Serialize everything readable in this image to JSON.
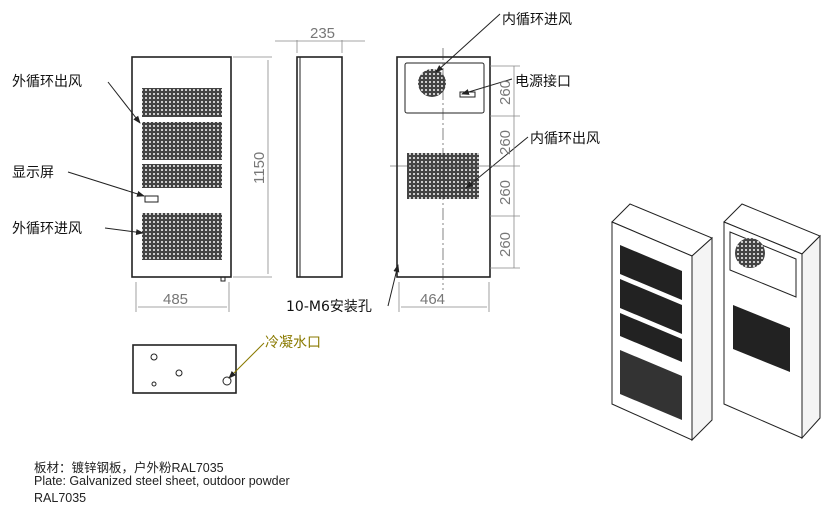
{
  "labels": {
    "outer_out": "外循环出风",
    "display": "显示屏",
    "outer_in": "外循环进风",
    "inner_in": "内循环进风",
    "power": "电源接口",
    "inner_out": "内循环出风",
    "mount_holes": "10-M6安装孔",
    "drain": "冷凝水口"
  },
  "dimensions": {
    "depth": "235",
    "height": "1150",
    "front_width": "485",
    "back_width": "464",
    "spacing": [
      "260",
      "260",
      "260",
      "260"
    ]
  },
  "notes": {
    "line1": "板材：镀锌钢板，户外粉RAL7035",
    "line2": "Plate: Galvanized steel sheet, outdoor powder",
    "line3": "RAL7035"
  },
  "colors": {
    "drain_label": "#8a7a00",
    "dimension": "#888888"
  }
}
